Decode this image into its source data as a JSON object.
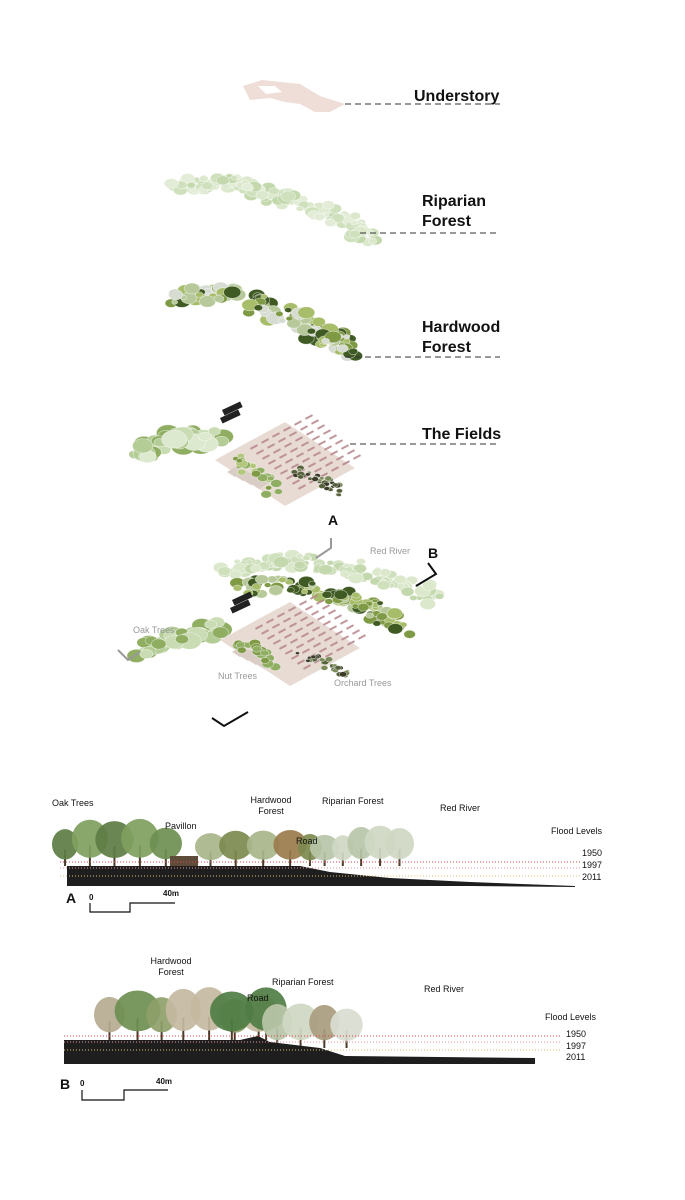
{
  "layers": [
    {
      "id": "understory",
      "label": "Understory"
    },
    {
      "id": "riparian",
      "label_lines": [
        "Riparian",
        "Forest"
      ]
    },
    {
      "id": "hardwood",
      "label_lines": [
        "Hardwood",
        "Forest"
      ]
    },
    {
      "id": "fields",
      "label": "The Fields"
    }
  ],
  "plan": {
    "section_marker_a": "A",
    "section_marker_b": "B",
    "labels": {
      "red_river": "Red River",
      "oak_trees": "Oak Trees",
      "nut_trees": "Nut Trees",
      "orchard_trees": "Orchard Trees"
    }
  },
  "section_a": {
    "marker": "A",
    "labels": {
      "oak_trees": "Oak Trees",
      "pavillon": "Pavillon",
      "hardwood_forest": [
        "Hardwood",
        "Forest"
      ],
      "riparian_forest": "Riparian Forest",
      "road": "Road",
      "red_river": "Red River",
      "flood_levels": "Flood Levels"
    },
    "flood_years": [
      "1950",
      "1997",
      "2011"
    ],
    "scale": {
      "start": "0",
      "end": "40m"
    }
  },
  "section_b": {
    "marker": "B",
    "labels": {
      "hardwood_forest": [
        "Hardwood",
        "Forest"
      ],
      "riparian_forest": "Riparian Forest",
      "road": "Road",
      "red_river": "Red River",
      "flood_levels": "Flood Levels"
    },
    "flood_years": [
      "1950",
      "1997",
      "2011"
    ],
    "scale": {
      "start": "0",
      "end": "40m"
    }
  },
  "colors": {
    "understory": "#e8cfc6",
    "riparian": "#cfe0bd",
    "hardwood_dark": "#3f5a23",
    "hardwood_mid": "#7f9a45",
    "hardwood_light": "#b7c99a",
    "fields_plot": "#e7dbd4",
    "fields_rows": "#b5848a",
    "ground": "#1e1e1e",
    "flood_1950": "#d94a4a",
    "flood_1997": "#e59a9a",
    "flood_2011": "#d8c37a"
  }
}
